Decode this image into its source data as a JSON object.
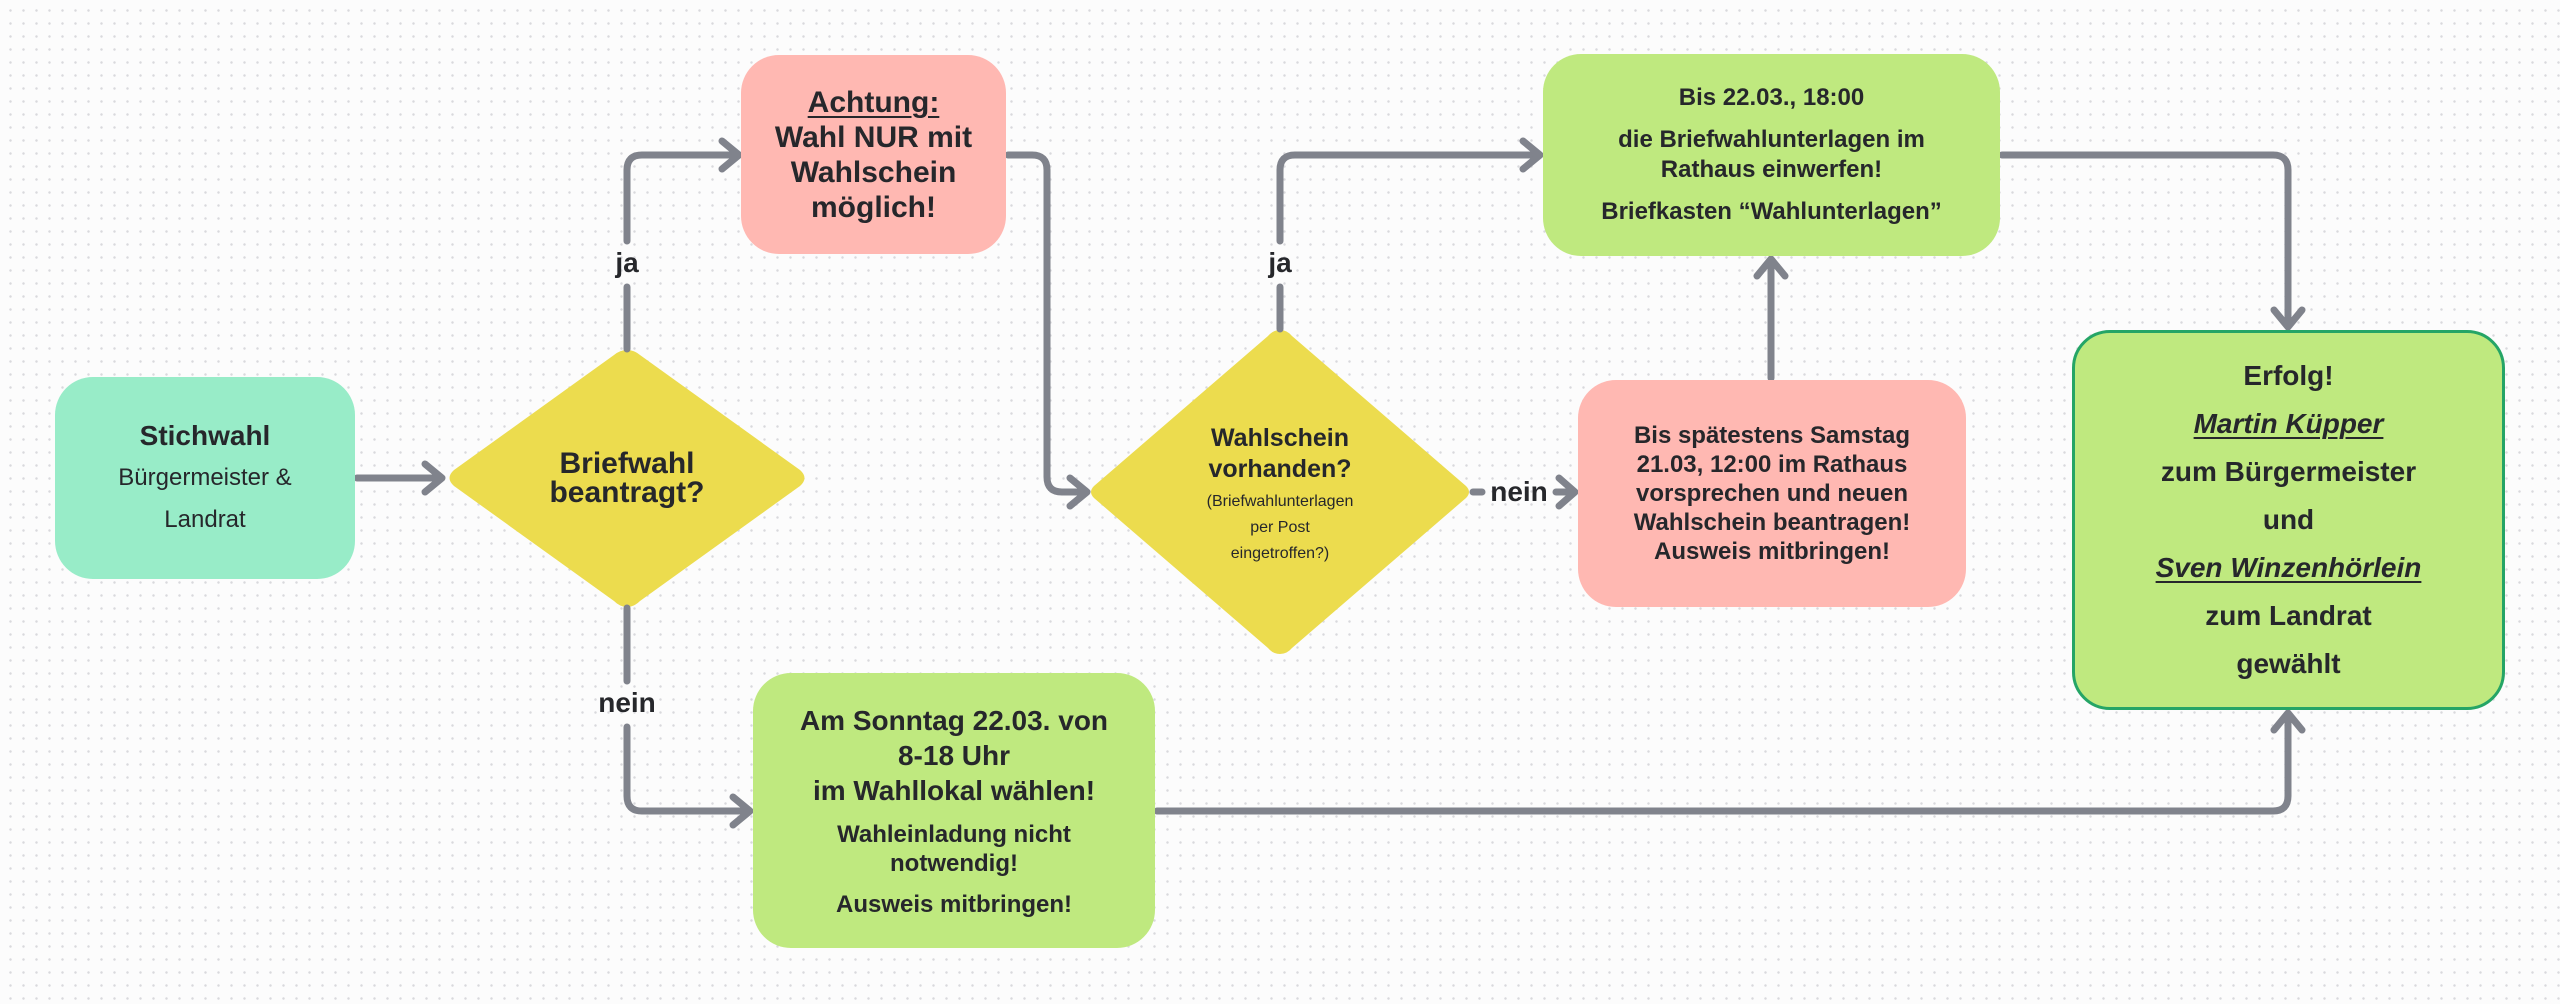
{
  "diagram": {
    "type": "flowchart",
    "title": "Stichwahl Ablauf",
    "colors": {
      "start": "#98ecc8",
      "decision": "#ecdc4e",
      "warning": "#ffb8b2",
      "action": "#bfe97f",
      "success": "#bfe97f",
      "success_border": "#25a566",
      "connector": "#80838c",
      "text": "#26272b"
    },
    "nodes": {
      "start": {
        "title": "Stichwahl",
        "lines": [
          "Bürgermeister &",
          "Landrat"
        ]
      },
      "decision_briefwahl": {
        "lines": [
          "Briefwahl",
          "beantragt?"
        ]
      },
      "warning": {
        "heading": "Achtung:",
        "lines": [
          "Wahl NUR mit",
          "Wahlschein",
          "möglich!"
        ]
      },
      "decision_wahlschein": {
        "question": [
          "Wahlschein",
          "vorhanden?"
        ],
        "hint": [
          "(Briefwahlunterlagen",
          "per Post",
          "eingetroffen?)"
        ]
      },
      "renew": {
        "lines": [
          "Bis spätestens Samstag",
          "21.03, 12:00 im Rathaus",
          "vorsprechen und neuen",
          "Wahlschein beantragen!",
          "Ausweis mitbringen!"
        ]
      },
      "drop_off": {
        "deadline": "Bis 22.03., 18:00",
        "lines": [
          "die Briefwahlunterlagen im",
          "Rathaus einwerfen!"
        ],
        "mailbox": "Briefkasten “Wahlunterlagen”"
      },
      "vote_in_person": {
        "lines": [
          "Am Sonntag 22.03. von",
          "8-18 Uhr",
          "im Wahllokal wählen!"
        ],
        "notes": [
          "Wahleinladung nicht",
          "notwendig!"
        ],
        "id_note": "Ausweis mitbringen!"
      },
      "success": {
        "title": "Erfolg!",
        "candidate_1": "Martin Küpper",
        "office_1": "zum Bürgermeister",
        "conjunction": "und",
        "candidate_2": "Sven Winzenhörlein",
        "office_2": "zum Landrat",
        "outcome": "gewählt"
      }
    },
    "edge_labels": {
      "ja_1": "ja",
      "nein_1": "nein",
      "ja_2": "ja",
      "nein_2": "nein"
    },
    "edges": [
      {
        "from": "start",
        "to": "decision_briefwahl",
        "label": ""
      },
      {
        "from": "decision_briefwahl",
        "to": "warning",
        "label": "ja"
      },
      {
        "from": "decision_briefwahl",
        "to": "vote_in_person",
        "label": "nein"
      },
      {
        "from": "warning",
        "to": "decision_wahlschein",
        "label": ""
      },
      {
        "from": "decision_wahlschein",
        "to": "drop_off",
        "label": "ja"
      },
      {
        "from": "decision_wahlschein",
        "to": "renew",
        "label": "nein"
      },
      {
        "from": "renew",
        "to": "drop_off",
        "label": ""
      },
      {
        "from": "drop_off",
        "to": "success",
        "label": ""
      },
      {
        "from": "vote_in_person",
        "to": "success",
        "label": ""
      }
    ]
  }
}
